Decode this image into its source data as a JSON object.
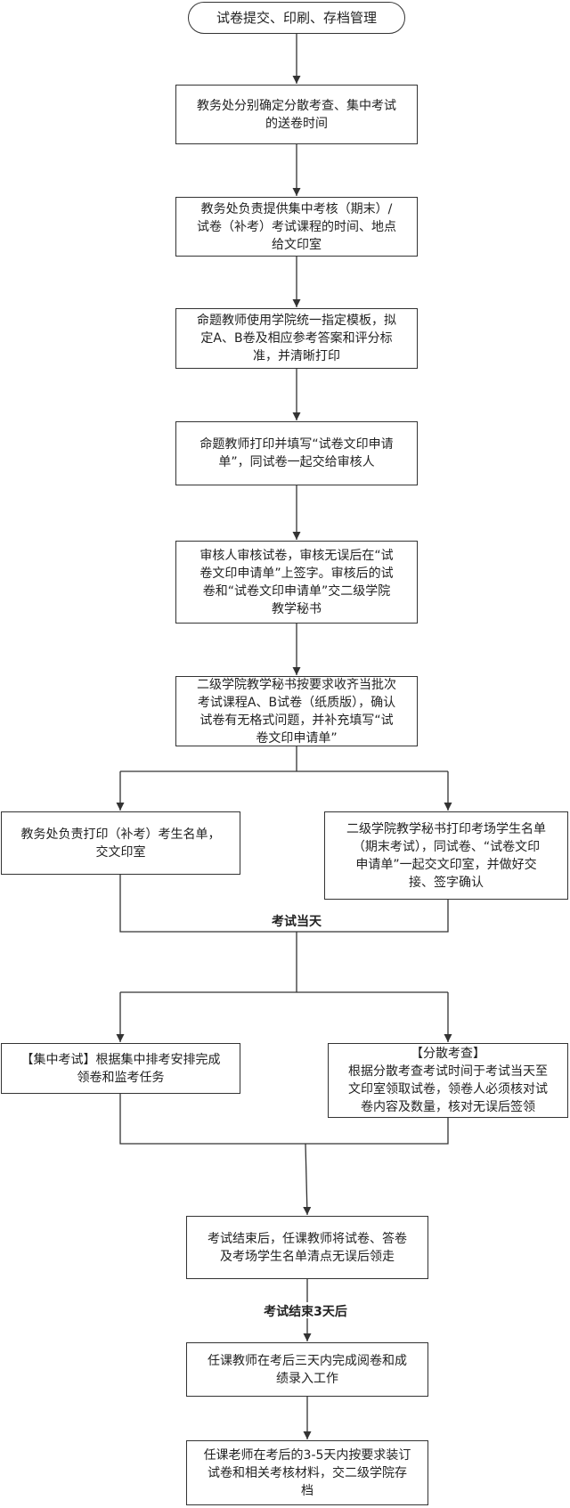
{
  "flowchart": {
    "start": "试卷提交、印刷、存档管理",
    "step1": "教务处分别确定分散考查、集中考试\n的送卷时间",
    "step2": "教务处负责提供集中考核（期末）/\n试卷（补考）考试课程的时间、地点\n给文印室",
    "step3": "命题教师使用学院统一指定模板，拟\n定A、B卷及相应参考答案和评分标\n准，并清晰打印",
    "step4": "命题教师打印并填写“试卷文印申请\n单”，同试卷一起交给审核人",
    "step5": "审核人审核试卷，审核无误后在“试\n卷文印申请单”上签字。审核后的试\n卷和“试卷文印申请单”交二级学院\n教学秘书",
    "step6": "二级学院教学秘书按要求收齐当批次\n考试课程A、B试卷（纸质版），确认\n试卷有无格式问题，并补充填写“试\n卷文印申请单”",
    "branch1_left": "教务处负责打印（补考）考生名单，\n交文印室",
    "branch1_right": "二级学院教学秘书打印考场学生名单\n（期末考试），同试卷、“试卷文印\n申请单”一起交文印室，并做好交\n接、签字确认",
    "label_exam_day": "考试当天",
    "branch2_left": "【集中考试】根据集中排考安排完成\n领卷和监考任务",
    "branch2_right": "【分散考查】\n根据分散考查考试时间于考试当天至\n文印室领取试卷，领卷人必须核对试\n卷内容及数量，核对无误后签领",
    "step7": "考试结束后，任课教师将试卷、答卷\n及考场学生名单清点无误后领走",
    "label_after_exam": "考试结束3天后",
    "step8": "任课教师在考后三天内完成阅卷和成\n绩录入工作",
    "step9": "任课老师在考后的3-5天内按要求装订\n试卷和相关考核材料，交二级学院存\n档"
  }
}
